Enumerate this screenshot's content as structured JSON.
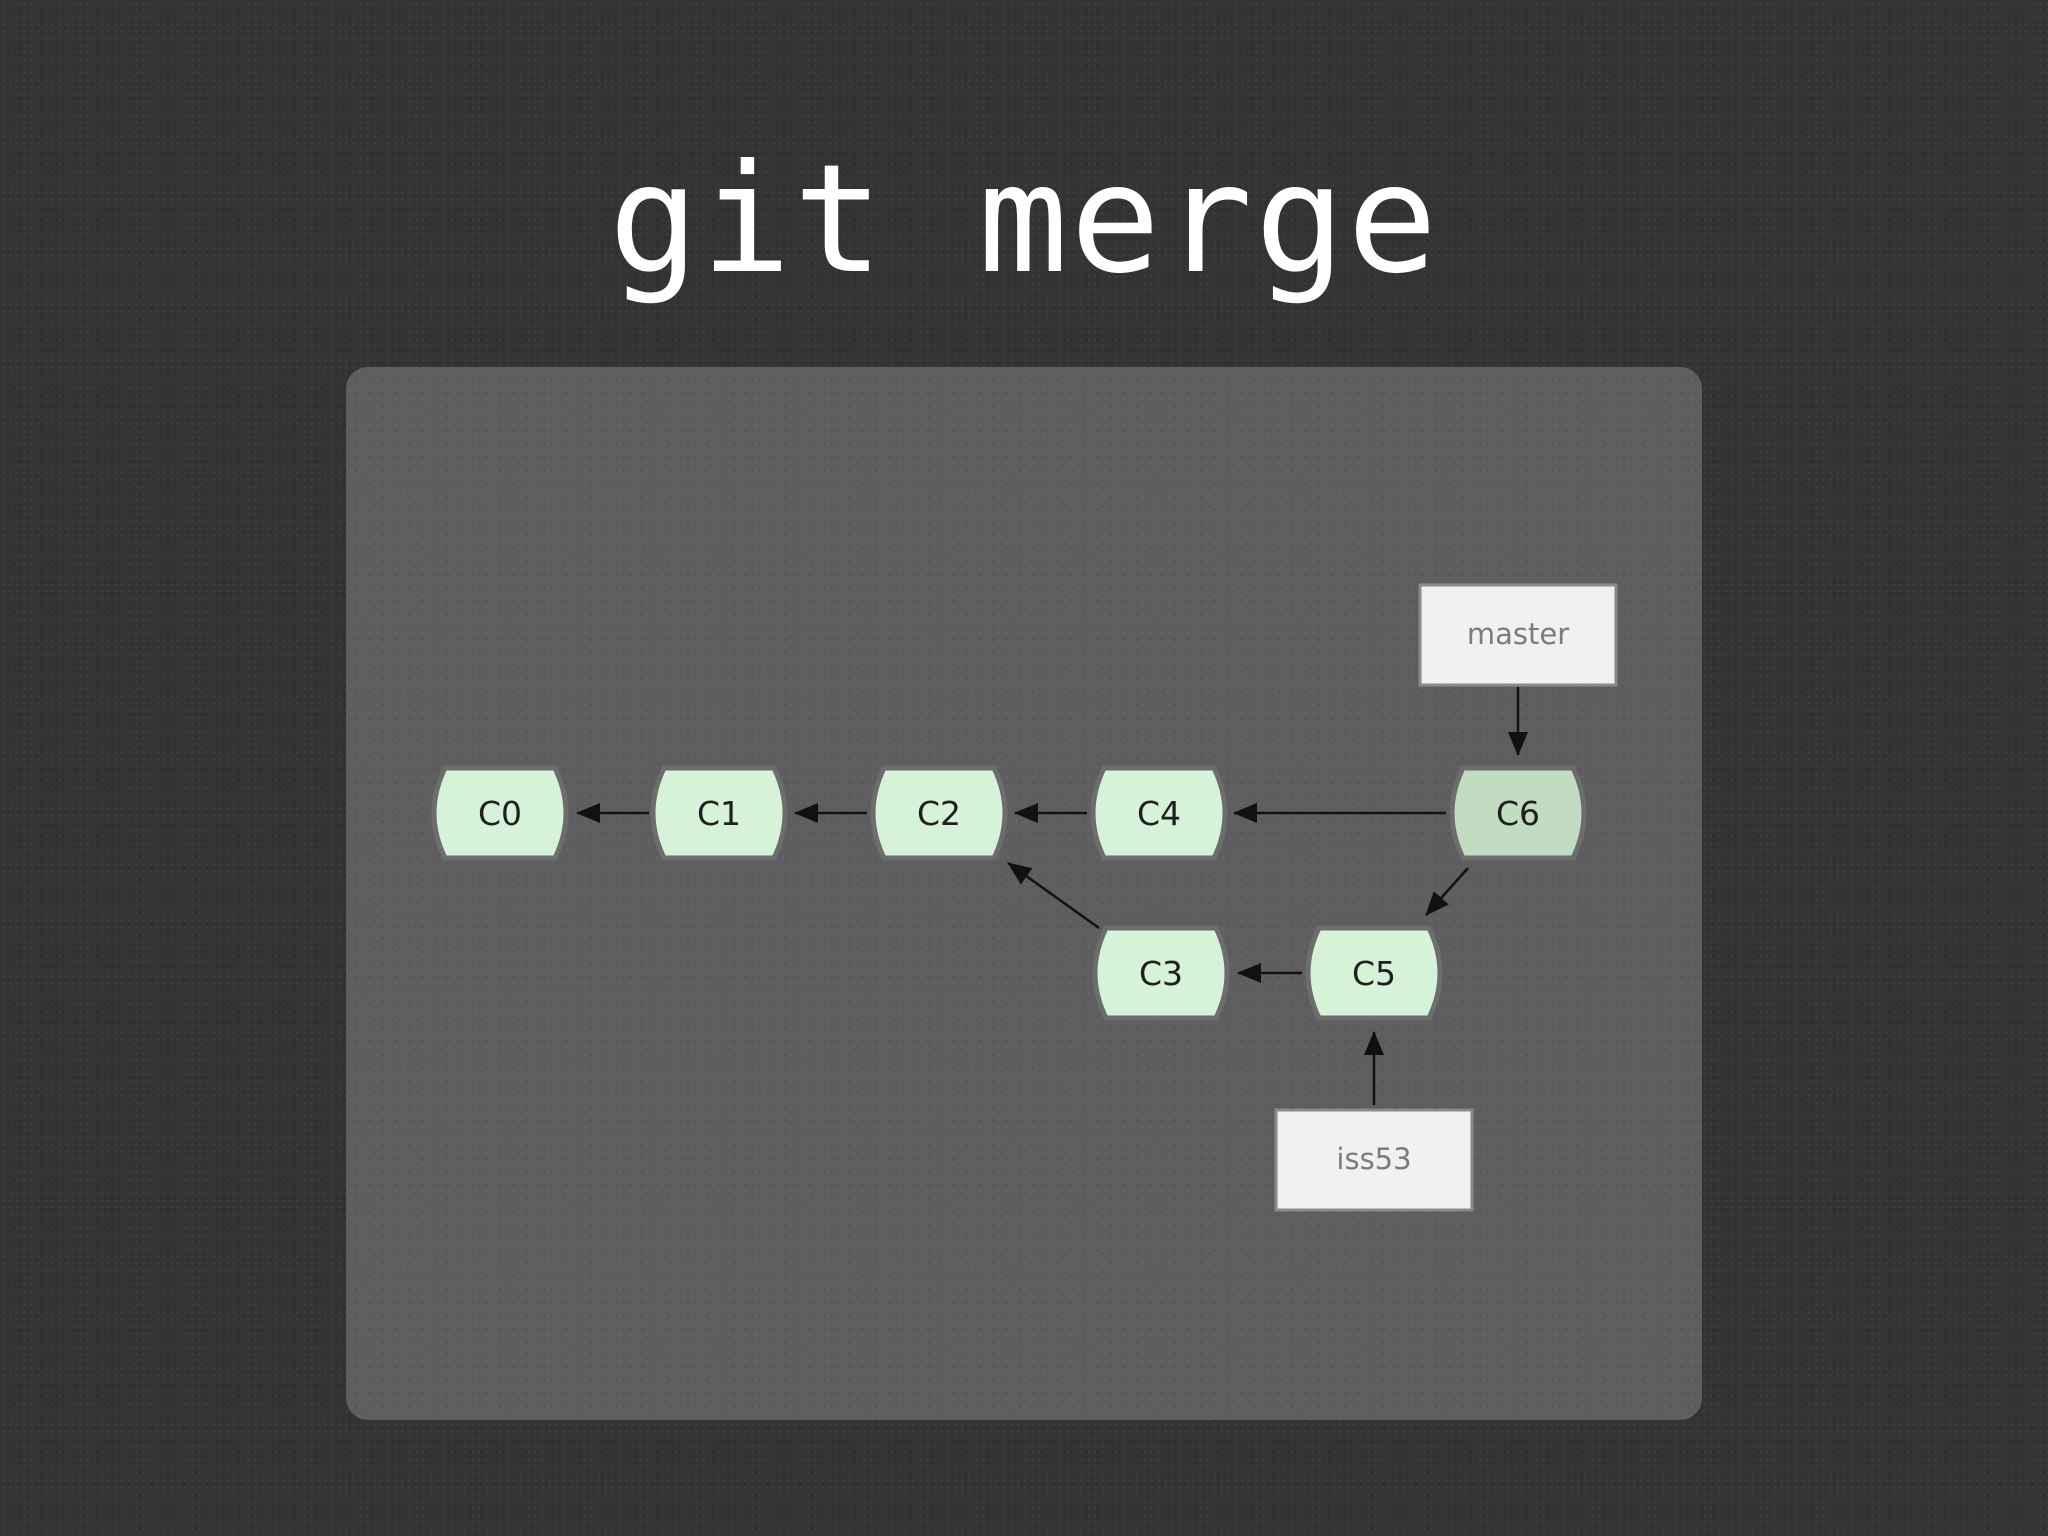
{
  "slide": {
    "title": "git merge"
  },
  "diagram": {
    "colors": {
      "commit_fill": "#d6f3d9",
      "merge_commit_fill": "#c2dcc4",
      "commit_border": "#6d6d6d",
      "branch_fill": "#f1f0f2",
      "arrow": "#111111"
    },
    "commits": {
      "c0": "C0",
      "c1": "C1",
      "c2": "C2",
      "c3": "C3",
      "c4": "C4",
      "c5": "C5",
      "c6": "C6"
    },
    "branches": {
      "master": "master",
      "iss53": "iss53"
    },
    "edges": [
      {
        "from": "C1",
        "to": "C0"
      },
      {
        "from": "C2",
        "to": "C1"
      },
      {
        "from": "C4",
        "to": "C2"
      },
      {
        "from": "C3",
        "to": "C2"
      },
      {
        "from": "C6",
        "to": "C4"
      },
      {
        "from": "C6",
        "to": "C5"
      },
      {
        "from": "C5",
        "to": "C3"
      },
      {
        "from": "master",
        "to": "C6"
      },
      {
        "from": "iss53",
        "to": "C5"
      }
    ]
  }
}
